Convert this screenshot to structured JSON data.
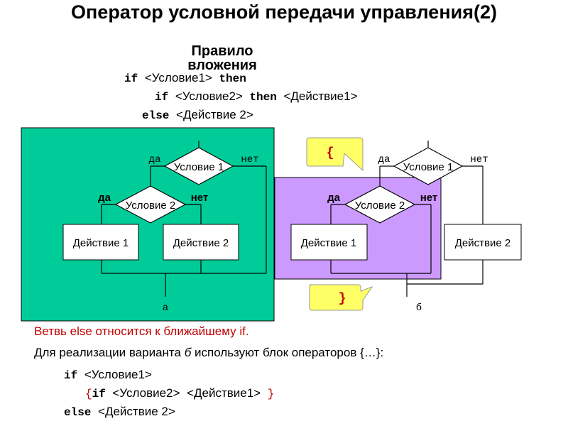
{
  "title": "Оператор условной передачи управления(2)",
  "subtitle": "Правило вложения",
  "top_code": {
    "line1_kw": "if",
    "line1_cond": "<Условие1>",
    "line1_then": "then",
    "line2_kw": "if",
    "line2_cond": "<Условие2>",
    "line2_then": "then",
    "line2_action": "<Действие1>",
    "line3_kw": "else",
    "line3_action": "<Действие 2>"
  },
  "diagram_a": {
    "cond1": "Условие 1",
    "cond2": "Условие 2",
    "action1": "Действие 1",
    "action2": "Действие 2",
    "yes_outer": "да",
    "no_outer": "нет",
    "yes_inner": "да",
    "no_inner": "нет",
    "caption": "а"
  },
  "diagram_b": {
    "cond1": "Условие 1",
    "cond2": "Условие 2",
    "action1": "Действие 1",
    "action2": "Действие 2",
    "yes_outer": "да",
    "no_outer": "нет",
    "yes_inner": "да",
    "no_inner": "нет",
    "caption": "б",
    "open_brace": "{",
    "close_brace": "}"
  },
  "note_red": "Ветвь else относится к ближайшему if.",
  "note": {
    "before": "Для реализации варианта ",
    "variant": "б",
    "after": " используют блок операторов {…}:"
  },
  "bottom_code": {
    "line1_kw": "if",
    "line1_cond": "<Условие1>",
    "line2_open": "{",
    "line2_kw": "if",
    "line2_cond": "<Условие2>",
    "line2_action": "<Действие1>",
    "line2_close": "}",
    "line3_kw": "else",
    "line3_action": "<Действие 2>"
  },
  "colors": {
    "green_block": "#00cc99",
    "purple_block": "#cc99ff",
    "yellow_callout": "#ffff66",
    "red_text": "#c00000"
  }
}
